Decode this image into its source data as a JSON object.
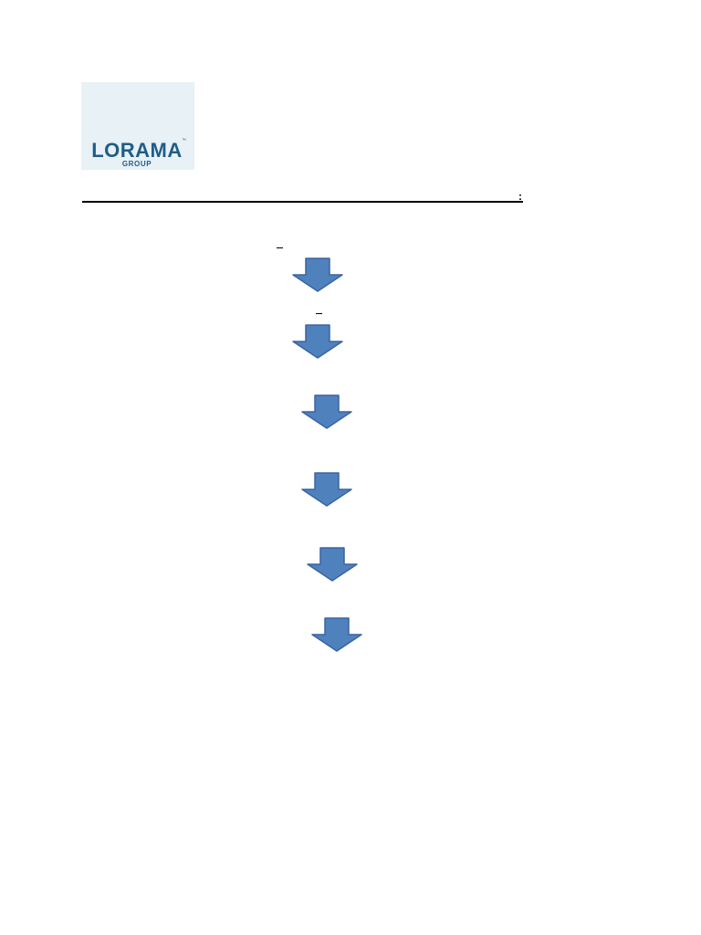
{
  "logo": {
    "name": "LORAMA",
    "trademark": "™",
    "subtitle": "GROUP"
  },
  "heading": {
    "colon": ":"
  },
  "flow": {
    "arrow_fill": "#4f81bd",
    "arrow_stroke": "#3a64a0",
    "step_count": 6
  }
}
